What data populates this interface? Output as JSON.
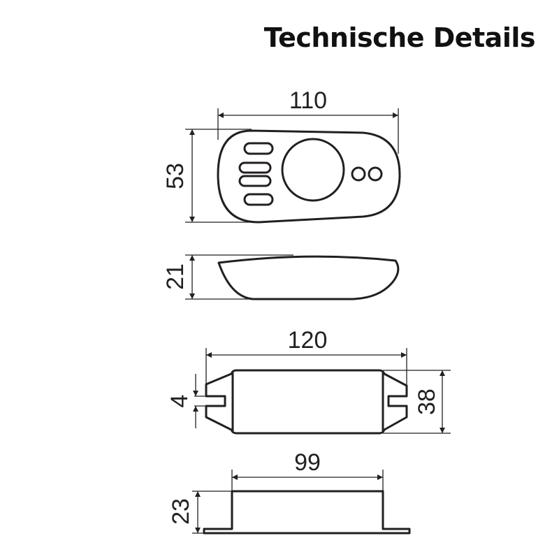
{
  "title": "Technische Details",
  "colors": {
    "line": "#231f20",
    "background": "#ffffff"
  },
  "remote": {
    "top_view": {
      "width_label": "110",
      "height_label": "53"
    },
    "side_view": {
      "height_label": "21"
    }
  },
  "controller": {
    "top_view": {
      "width_label": "120",
      "height_label": "38",
      "slot_label": "4"
    },
    "side_view": {
      "width_label": "99",
      "height_label": "23"
    }
  }
}
